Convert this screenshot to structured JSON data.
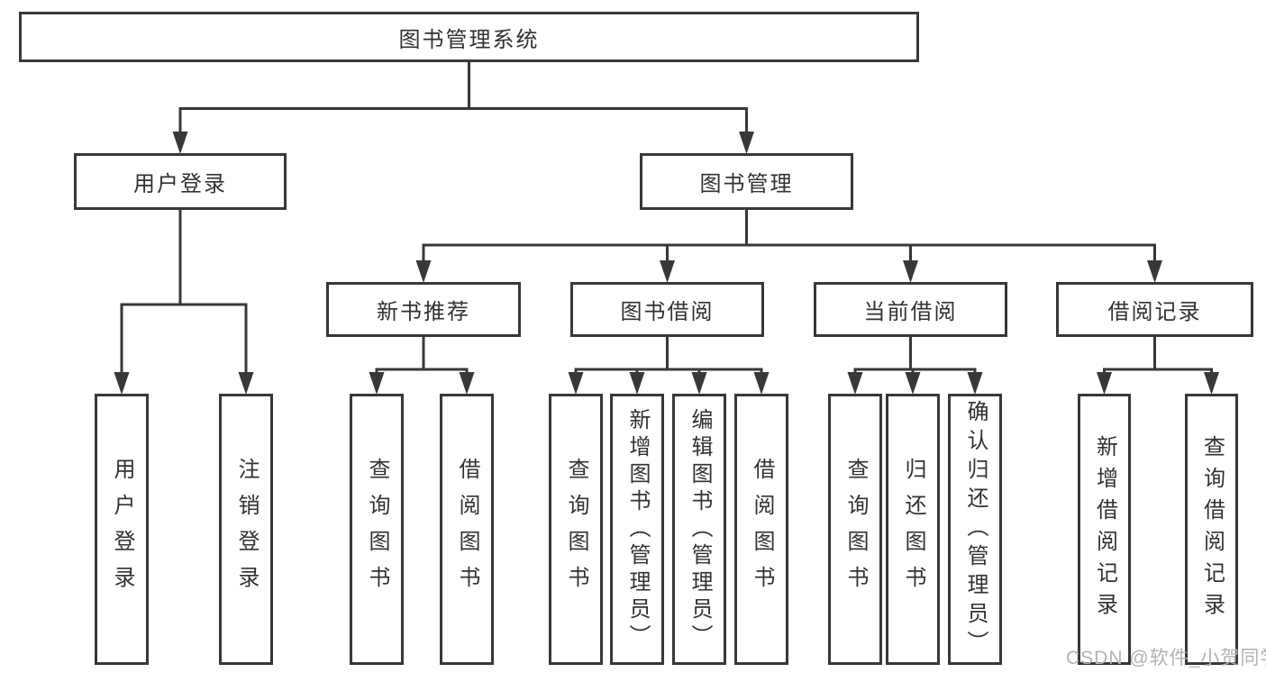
{
  "nodes": {
    "root": "图书管理系统",
    "level2": [
      "用户登录",
      "图书管理"
    ],
    "level3": [
      "新书推荐",
      "图书借阅",
      "当前借阅",
      "借阅记录"
    ],
    "leaves": [
      "用户登录",
      "注销登录",
      "查询图书",
      "借阅图书",
      "查询图书",
      "新增图书（管理员）",
      "编辑图书（管理员）",
      "借阅图书",
      "查询图书",
      "归还图书",
      "确认归还（管理员）",
      "新增借阅记录",
      "查询借阅记录"
    ]
  },
  "watermark": "CSDN @软件_小贺同学",
  "colors": {
    "line": "#383838",
    "text": "#323232",
    "background": "#ffffff",
    "watermark": "#b3b3b3"
  }
}
